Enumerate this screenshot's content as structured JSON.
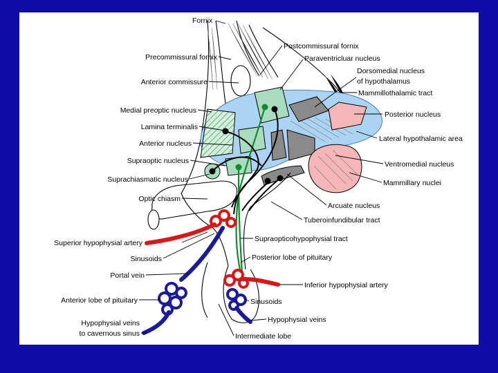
{
  "colors": {
    "frame": "#0e0ea6",
    "background": "#ffffff",
    "hypothalamus_region": "#aad4f2",
    "green_nucleus": "#a9dbbf",
    "neuron_green": "#118a2e",
    "neuron_black": "#000000",
    "gray_nucleus": "#8a8a8a",
    "pink_nucleus": "#f4b6b6",
    "artery_red": "#d81818",
    "vein_blue": "#1a1a9a"
  },
  "labels": {
    "fornix": "Fornix",
    "postcommissural_fornix": "Postcommissural fornix",
    "precommissural_fornix": "Precommissural fornix",
    "paraventricular_nucleus": "Paraventricluar nucleus",
    "dorsomedial_nucleus_1": "Dorsomedial nucleus",
    "dorsomedial_nucleus_2": "of hypothalamus",
    "anterior_commissure": "Anterior commissure",
    "mammillothalamic_tract": "Mammillothalamic tract",
    "medial_preoptic_nucleus": "Medial preoptic nucleus",
    "posterior_nucleus": "Posterior nucleus",
    "lamina_terminalis": "Lamina terminalis",
    "lateral_hypothalamic_area": "Lateral hypothalamic area",
    "anterior_nucleus": "Anterior nucleus",
    "supraoptic_nucleus": "Supraoptic nucleus",
    "ventromedial_nucleus": "Ventromedial nucleus",
    "suprachiasmatic_nucleus": "Suprachiasmatic nucleus",
    "mammillary_nuclei": "Mammillary nuclei",
    "optic_chiasm": "Optic chiasm",
    "arcuate_nucleus": "Arcuate nucleus",
    "tuberoinfundibular_tract": "Tuberoinfundibular tract",
    "superior_hypophysial_artery": "Superior hypophysial artery",
    "supraopticohypophysial_tract": "Supraopticohypophysial tract",
    "sinusoids_left": "Sinusoids",
    "posterior_lobe": "Posterior lobe of pituitary",
    "portal_vein": "Portal vein",
    "inferior_hypophysial_artery": "Inferior hypophysial artery",
    "anterior_lobe": "Anterior lobe of pituitary",
    "sinusoids_right": "Sinusoids",
    "hypophysial_veins_left_1": "Hypophysial veins",
    "hypophysial_veins_left_2": "to cavernous sinus",
    "hypophysial_veins_right": "Hypophysial veins",
    "intermediate_lobe": "Intermediate lobe"
  }
}
